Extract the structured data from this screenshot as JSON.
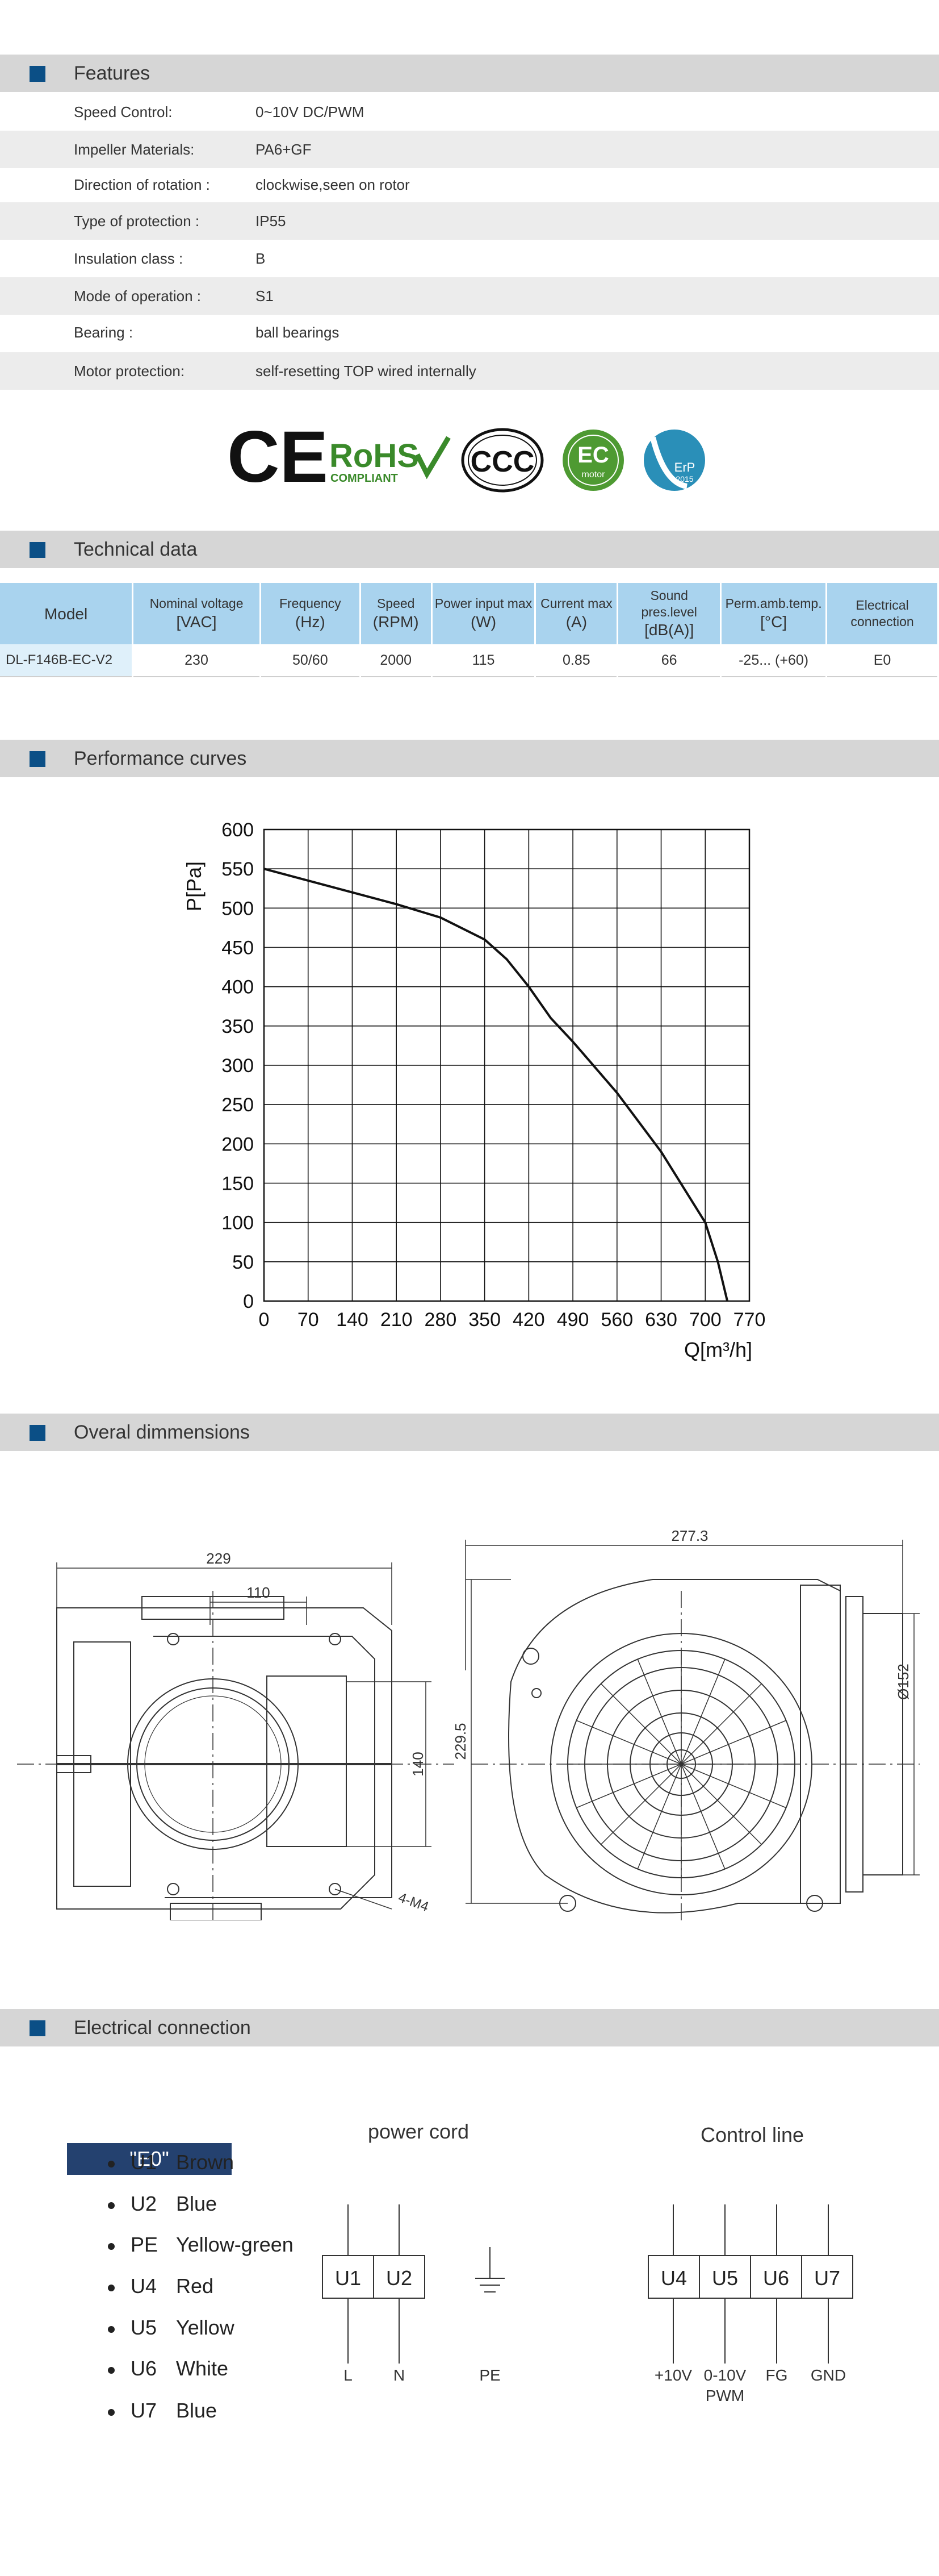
{
  "features": {
    "title": "Features",
    "rows": [
      {
        "key": "Speed Control:",
        "value": "0~10V DC/PWM"
      },
      {
        "key": "Impeller Materials:",
        "value": "PA6+GF"
      },
      {
        "key": "Direction of rotation :",
        "value": "clockwise,seen on rotor"
      },
      {
        "key": "Type of protection :",
        "value": "IP55"
      },
      {
        "key": "Insulation class :",
        "value": "B"
      },
      {
        "key": "Mode of operation :",
        "value": "S1"
      },
      {
        "key": "Bearing :",
        "value": "ball bearings"
      },
      {
        "key": "Motor protection:",
        "value": "self-resetting TOP wired internally"
      }
    ]
  },
  "certifications": {
    "ce": "CE",
    "rohs": "RoHS",
    "rohs_sub": "COMPLIANT",
    "ccc": "CCC",
    "ec_top": "EC",
    "ec_bottom": "motor",
    "erp": "ErP",
    "erp_year": "2015"
  },
  "technical": {
    "title": "Technical data",
    "headers": [
      {
        "label": "Model",
        "unit": ""
      },
      {
        "label": "Nominal voltage",
        "unit": "[VAC]"
      },
      {
        "label": "Frequency",
        "unit": "(Hz)"
      },
      {
        "label": "Speed",
        "unit": "(RPM)"
      },
      {
        "label": "Power input max",
        "unit": "(W)"
      },
      {
        "label": "Current max",
        "unit": "(A)"
      },
      {
        "label": "Sound pres.level",
        "unit": "[dB(A)]"
      },
      {
        "label": "Perm.amb.temp.",
        "unit": "[°C]"
      },
      {
        "label": "Electrical connection",
        "unit": ""
      }
    ],
    "row": [
      "DL-F146B-EC-V2",
      "230",
      "50/60",
      "2000",
      "115",
      "0.85",
      "66",
      "-25... (+60)",
      "E0"
    ]
  },
  "performance": {
    "title": "Performance curves"
  },
  "chart_data": {
    "type": "line",
    "title": "",
    "xlabel": "Q[m³/h]",
    "ylabel": "P[Pa]",
    "xlim": [
      0,
      770
    ],
    "ylim": [
      0,
      600
    ],
    "xticks": [
      0,
      70,
      140,
      210,
      280,
      350,
      420,
      490,
      560,
      630,
      700,
      770
    ],
    "yticks": [
      0,
      50,
      100,
      150,
      200,
      250,
      300,
      350,
      400,
      450,
      500,
      550,
      600
    ],
    "grid": true,
    "series": [
      {
        "x": [
          0,
          70,
          140,
          210,
          280,
          350,
          385,
          420,
          455,
          490,
          560,
          630,
          700,
          720,
          735
        ],
        "y": [
          550,
          535,
          520,
          505,
          488,
          460,
          435,
          400,
          360,
          330,
          265,
          190,
          100,
          50,
          0
        ]
      }
    ]
  },
  "dimensions": {
    "title": "Overal dimmensions",
    "labels": {
      "w229": "229",
      "w110": "110",
      "h140": "140",
      "m4": "4-M4",
      "w277": "277.3",
      "h229": "229.5",
      "d152": "Ø152"
    }
  },
  "electrical": {
    "title": "Electrical connection",
    "badge": "\"E0\"",
    "wires": [
      {
        "code": "U1",
        "color": "Brown"
      },
      {
        "code": "U2",
        "color": "Blue"
      },
      {
        "code": "PE",
        "color": "Yellow-green"
      },
      {
        "code": "U4",
        "color": "Red"
      },
      {
        "code": "U5",
        "color": "Yellow"
      },
      {
        "code": "U6",
        "color": "White"
      },
      {
        "code": "U7",
        "color": "Blue"
      }
    ],
    "power_cord": {
      "title": "power cord",
      "terminals": [
        "U1",
        "U2"
      ],
      "bottom": [
        "L",
        "N"
      ],
      "pe": "PE"
    },
    "control_line": {
      "title": "Control line",
      "terminals": [
        "U4",
        "U5",
        "U6",
        "U7"
      ],
      "bottom": [
        "+10V",
        "0-10V",
        "FG",
        "GND"
      ],
      "bottom2": "PWM"
    }
  },
  "colors": {
    "accent": "#0b4f86",
    "header_blue": "#a9d3ee",
    "badge": "#24416f",
    "bar": "#d6d6d6"
  }
}
